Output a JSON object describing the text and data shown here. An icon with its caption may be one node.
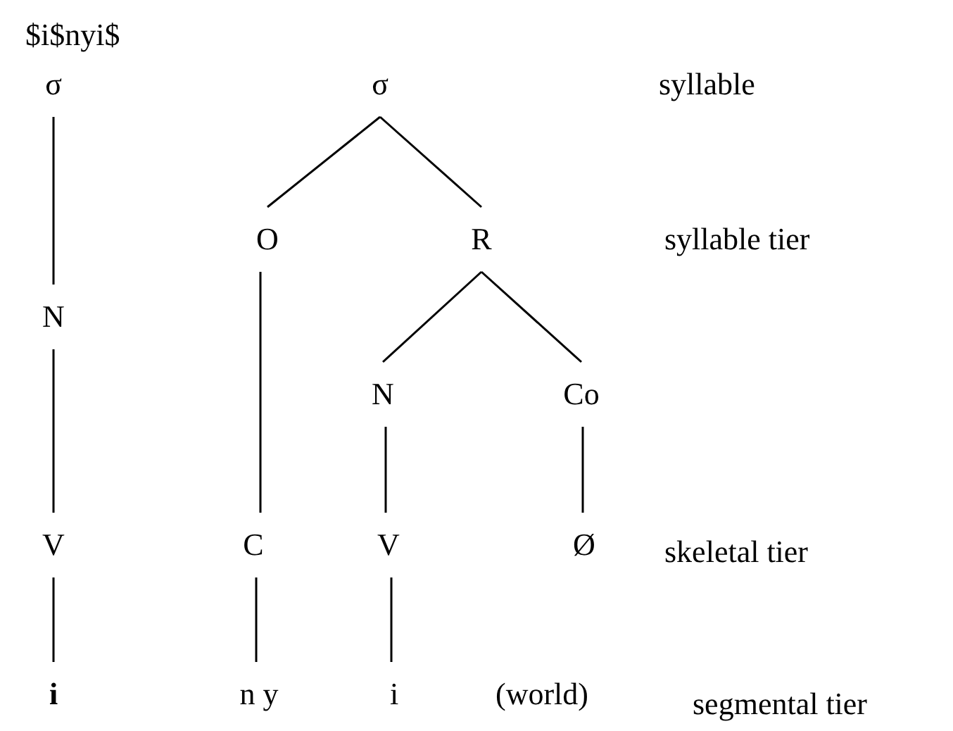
{
  "diagram": {
    "nodes": [
      {
        "text": [
          "σ"
        ]
      },
      {
        "text": [
          "N"
        ]
      },
      {
        "text": [
          "V"
        ]
      },
      {
        "text": [
          "i"
        ]
      },
      {
        "text": [
          "σ"
        ]
      },
      {
        "text": [
          "O"
        ]
      },
      {
        "text": [
          "R"
        ]
      },
      {
        "text": [
          "N"
        ]
      },
      {
        "text": [
          "Co"
        ]
      },
      {
        "text": [
          "C"
        ]
      },
      {
        "text": [
          "V"
        ]
      },
      {
        "text": [
          "Ø"
        ]
      },
      {
        "text": [
          "n y"
        ]
      },
      {
        "text": [
          "i"
        ]
      }
    ],
    "edges": [
      {
        "from": 0,
        "to": 1,
        "arrow": "none"
      },
      {
        "from": 1,
        "to": 2,
        "arrow": "none"
      },
      {
        "from": 2,
        "to": 3,
        "arrow": "none"
      },
      {
        "from": 4,
        "to": 5,
        "arrow": "none"
      },
      {
        "from": 4,
        "to": 6,
        "arrow": "none"
      },
      {
        "from": 5,
        "to": 9,
        "arrow": "none"
      },
      {
        "from": 6,
        "to": 7,
        "arrow": "none"
      },
      {
        "from": 6,
        "to": 8,
        "arrow": "none"
      },
      {
        "from": 7,
        "to": 10,
        "arrow": "none"
      },
      {
        "from": 8,
        "to": 11,
        "arrow": "none"
      },
      {
        "from": 9,
        "to": 12,
        "arrow": "none"
      },
      {
        "from": 10,
        "to": 13,
        "arrow": "none"
      }
    ],
    "labels": [
      "$i$nyi$",
      "syllable",
      "syllable tier",
      "skeletal tier",
      "(world)",
      "segmental tier"
    ]
  }
}
